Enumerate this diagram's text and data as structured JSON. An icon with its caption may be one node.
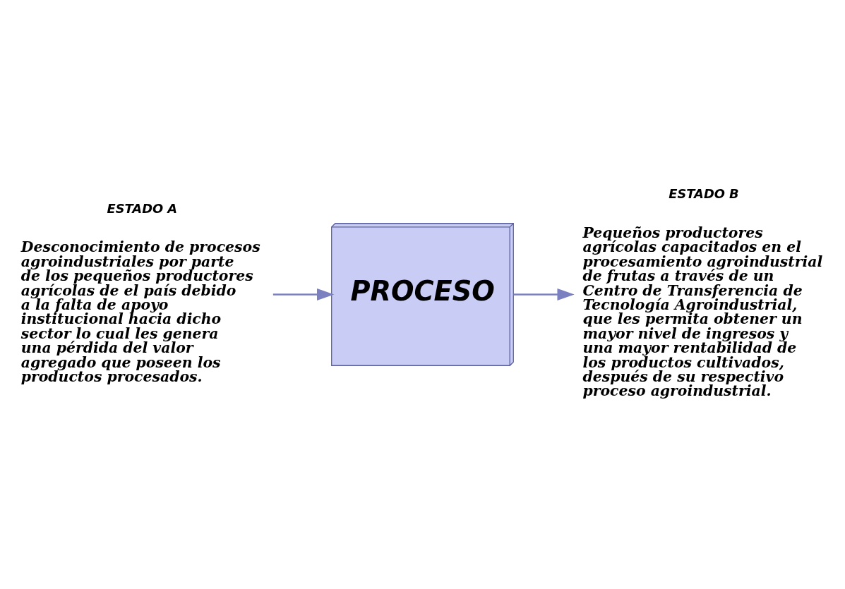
{
  "diagram": {
    "nodes": [
      {
        "text": [
          "ESTADO A",
          "Desconocimiento de procesos agroindustriales por parte de los pequeños productores agrícolas de el país debido a la falta de apoyo institucional hacia dicho sector lo cual les genera una pérdida del valor agregado que poseen los productos procesados."
        ]
      },
      {
        "text": [
          "PROCESO"
        ]
      },
      {
        "text": [
          "ESTADO B",
          "Pequeños productores agrícolas capacitados en el procesamiento agroindustrial de frutas a través de un Centro de Transferencia de Tecnología Agroindustrial, que les permita obtener un mayor nivel de ingresos y una mayor rentabilidad de los productos cultivados, después de su respectivo proceso agroindustrial."
        ]
      }
    ],
    "edges": [
      {
        "from": 0,
        "to": 1,
        "arrow": "to"
      },
      {
        "from": 1,
        "to": 2,
        "arrow": "to"
      }
    ]
  }
}
